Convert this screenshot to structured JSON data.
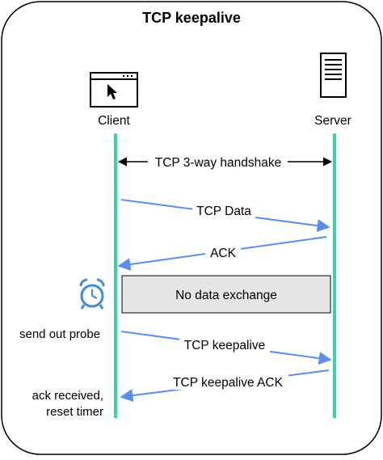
{
  "diagram": {
    "title": "TCP keepalive",
    "participants": {
      "client": "Client",
      "server": "Server"
    },
    "messages": {
      "handshake": "TCP 3-way handshake",
      "data": "TCP Data",
      "ack": "ACK",
      "keepalive": "TCP keepalive",
      "keepalive_ack": "TCP keepalive ACK"
    },
    "idle_box": "No data exchange",
    "client_notes": {
      "send_probe": "send out probe",
      "ack_received_line1": "ack received,",
      "ack_received_line2": "reset timer"
    },
    "icons": {
      "client": "browser-window-cursor-icon",
      "server": "server-tower-icon",
      "timer": "alarm-clock-icon"
    },
    "colors": {
      "lifeline": "#33d6a8",
      "message_arrow": "#5b8def",
      "alarm": "#3b8fd9",
      "idle_box_fill": "#e6e6e6"
    }
  }
}
